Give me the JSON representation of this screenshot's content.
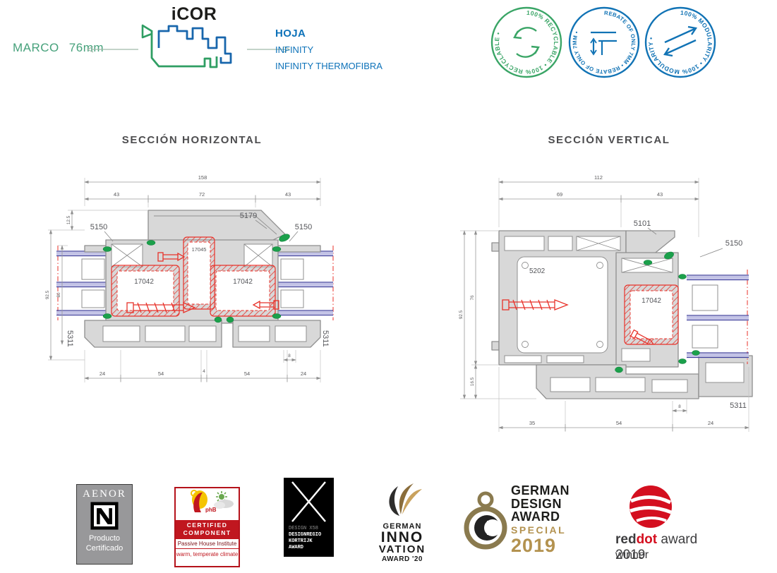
{
  "header": {
    "product_name": "iCOR",
    "marco_label": "MARCO",
    "marco_value": "76mm",
    "hoja_label": "HOJA",
    "hoja_line1": "INFINITY",
    "hoja_line2": "INFINITY THERMOFIBRA"
  },
  "badges": {
    "recyclable": {
      "ring_text": "100% RECYCLABLE • 100% RECYCLABLE •",
      "color": "#3aa566"
    },
    "rebate": {
      "ring_text": "REBATE OF ONLY 7MM • REBATE OF ONLY 7MM •",
      "color": "#1173b5"
    },
    "modularity": {
      "ring_text": "100% MODULARITY • 100% MODULARITY •",
      "color": "#1173b5"
    }
  },
  "horizontal_section": {
    "title": "SECCIÓN HORIZONTAL",
    "dim_total_width": "158",
    "dim_top_left": "43",
    "dim_top_center": "72",
    "dim_top_right": "43",
    "dim_offset_top": "12.5",
    "dim_outer_height": "92.5",
    "dim_inner_height": "80",
    "dim_bottom_1": "24",
    "dim_bottom_2": "54",
    "dim_bottom_3": "4",
    "dim_bottom_4": "54",
    "dim_bottom_5": "24",
    "dim_small_8": "8",
    "label_5179": "5179",
    "label_5150_left": "5150",
    "label_5150_right": "5150",
    "label_17045": "17045",
    "label_17042_left": "17042",
    "label_17042_right": "17042",
    "label_5311_left": "5311",
    "label_5311_right": "5311"
  },
  "vertical_section": {
    "title": "SECCIÓN VERTICAL",
    "dim_total_width": "112",
    "dim_top_left": "69",
    "dim_top_right": "43",
    "dim_outer_height": "92.5",
    "dim_frame_height": "76",
    "dim_bottom_height": "16.5",
    "dim_bottom_1": "35",
    "dim_bottom_2": "54",
    "dim_bottom_3": "24",
    "dim_small_8": "8",
    "label_5101": "5101",
    "label_5150": "5150",
    "label_5202": "5202",
    "label_17042": "17042",
    "label_5311": "5311"
  },
  "certifications": {
    "aenor": {
      "title": "AENOR",
      "line1": "Producto",
      "line2": "Certificado"
    },
    "passive_house": {
      "mark": "phB",
      "band_line1": "CERTIFIED",
      "band_line2": "COMPONENT",
      "institute": "Passive House Institute",
      "climate": "warm, temperate climate"
    },
    "designregio": {
      "line1": "DESIGN X58",
      "line2": "DESIGNREGIO",
      "line3": "KORTRIJK",
      "line4": "AWARD"
    },
    "german_innovation": {
      "line1": "GERMAN",
      "line2": "INNO",
      "line3": "VATION",
      "line4": "AWARD '20"
    },
    "german_design": {
      "line1": "GERMAN",
      "line2": "DESIGN",
      "line3": "AWARD",
      "line4": "SPECIAL",
      "line5": "2019"
    },
    "reddot": {
      "word_red": "red",
      "word_dot": "dot",
      "word_rest": " award 2019",
      "winner": "winner"
    }
  },
  "colors": {
    "brand_blue": "#0d72b9",
    "brand_green": "#46a17b",
    "drawing_red": "#e8322a",
    "gasket_green": "#1ba04b",
    "glazing_blue": "#5c5caa",
    "award_gold": "#b3924f",
    "reddot_red": "#d40f1f"
  }
}
